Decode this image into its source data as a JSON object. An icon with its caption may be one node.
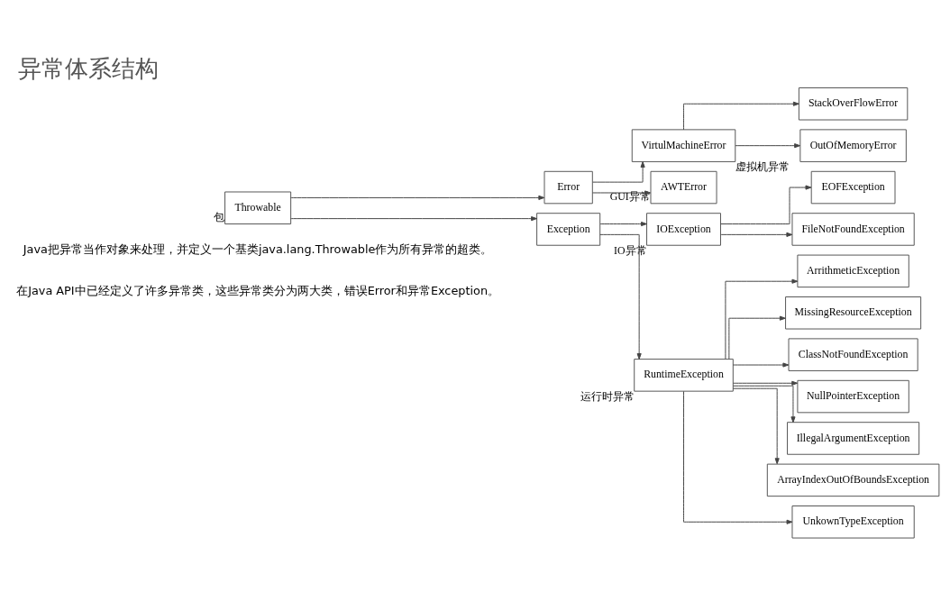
{
  "diagram": {
    "title": "异常体系结构",
    "nodes": [
      {
        "text": [
          "Throwable"
        ],
        "beside": [
          "包"
        ]
      },
      {
        "text": [
          "Error"
        ]
      },
      {
        "text": [
          "Exception"
        ]
      },
      {
        "text": [
          "VirtulMachineError"
        ],
        "beside": [
          "虚拟机异常"
        ]
      },
      {
        "text": [
          "AWTError"
        ],
        "beside": [
          "GUI异常"
        ]
      },
      {
        "text": [
          "IOException"
        ],
        "beside": [
          "IO异常"
        ]
      },
      {
        "text": [
          "RuntimeException"
        ],
        "beside": [
          "运行时异常"
        ]
      },
      {
        "text": [
          "StackOverFlowError"
        ]
      },
      {
        "text": [
          "OutOfMemoryError"
        ]
      },
      {
        "text": [
          "EOFException"
        ]
      },
      {
        "text": [
          "FileNotFoundException"
        ]
      },
      {
        "text": [
          "ArrithmeticException"
        ]
      },
      {
        "text": [
          "MissingResourceException"
        ]
      },
      {
        "text": [
          "ClassNotFoundException"
        ]
      },
      {
        "text": [
          "NullPointerException"
        ]
      },
      {
        "text": [
          "IllegalArgumentException"
        ]
      },
      {
        "text": [
          "ArrayIndexOutOfBoundsException"
        ]
      },
      {
        "text": [
          "UnkownTypeException"
        ]
      }
    ],
    "edges": [
      {
        "from": 0,
        "to": 1,
        "arrow": "to"
      },
      {
        "from": 0,
        "to": 2,
        "arrow": "to"
      },
      {
        "from": 1,
        "to": 3,
        "arrow": "to"
      },
      {
        "from": 1,
        "to": 4,
        "arrow": "to"
      },
      {
        "from": 2,
        "to": 5,
        "arrow": "to"
      },
      {
        "from": 2,
        "to": 6,
        "arrow": "to"
      },
      {
        "from": 3,
        "to": 7,
        "arrow": "to"
      },
      {
        "from": 3,
        "to": 8,
        "arrow": "to"
      },
      {
        "from": 5,
        "to": 9,
        "arrow": "to"
      },
      {
        "from": 5,
        "to": 10,
        "arrow": "to"
      },
      {
        "from": 6,
        "to": 11,
        "arrow": "to"
      },
      {
        "from": 6,
        "to": 12,
        "arrow": "to"
      },
      {
        "from": 6,
        "to": 13,
        "arrow": "to"
      },
      {
        "from": 6,
        "to": 14,
        "arrow": "to"
      },
      {
        "from": 6,
        "to": 15,
        "arrow": "to"
      },
      {
        "from": 6,
        "to": 16,
        "arrow": "to"
      },
      {
        "from": 6,
        "to": 17,
        "arrow": "to"
      }
    ],
    "labels": [
      "Java把异常当作对象来处理，并定义一个基类java.lang.Throwable作为所有异常的超类。",
      "在Java API中已经定义了许多异常类，这些异常类分为两大类，错误Error和异常Exception。"
    ]
  }
}
